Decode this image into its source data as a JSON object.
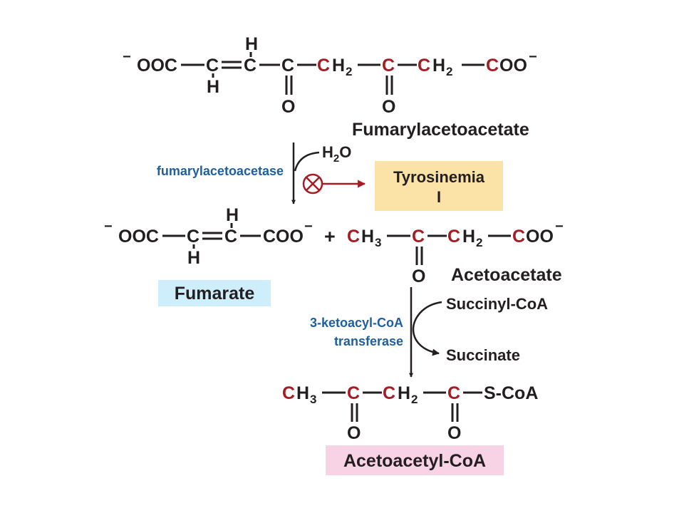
{
  "colors": {
    "text": "#231f20",
    "carbon_highlight": "#a51c24",
    "enzyme": "#1f5f9f",
    "block_arrow": "#a51c24",
    "tyrosinemia_box": "#fbe2a6",
    "fumarate_box": "#cdeefa",
    "acetoacetyl_box": "#f8d3e6"
  },
  "chem": {
    "fumarylacetoacetate": {
      "minus": "−",
      "ooc": "OOC",
      "c1": "C",
      "c2": "C",
      "c3": "C",
      "c4": "C",
      "h2_a": "H",
      "h2_b": "2",
      "c5": "C",
      "c6": "C",
      "h2_c": "H",
      "h2_d": "2",
      "c7": "C",
      "oo": "OO",
      "minus_end": "−",
      "h_top": "H",
      "h_bottom": "H",
      "o_1": "O",
      "o_2": "O"
    },
    "fumarate": {
      "minus": "−",
      "ooc": "OOC",
      "c1": "C",
      "c2": "C",
      "coo": "COO",
      "minus_end": "−",
      "h_top": "H",
      "h_bottom": "H"
    },
    "plus": "+",
    "acetoacetate": {
      "c1": "C",
      "h3_a": "H",
      "h3_b": "3",
      "c2": "C",
      "c3": "C",
      "h2_a": "H",
      "h2_b": "2",
      "c4": "C",
      "oo": "OO",
      "minus_end": "−",
      "o": "O"
    },
    "acetoacetyl_coa": {
      "c1": "C",
      "h3_a": "H",
      "h3_b": "3",
      "c2": "C",
      "c3": "C",
      "h2_a": "H",
      "h2_b": "2",
      "c4": "C",
      "scoa": "S-CoA",
      "o_1": "O",
      "o_2": "O"
    }
  },
  "labels": {
    "fumarylacetoacetate": "Fumarylacetoacetate",
    "acetoacetate": "Acetoacetate",
    "fumarate": "Fumarate",
    "acetoacetyl_coa": "Acetoacetyl-CoA",
    "tyrosinemia_line1": "Tyrosinemia",
    "tyrosinemia_line2": "I"
  },
  "reactions": {
    "step1": {
      "enzyme": "fumarylacetoacetase",
      "cosubstrate_a": "H",
      "cosubstrate_b": "2",
      "cosubstrate_c": "O",
      "block_icon": "blocked-enzyme-icon"
    },
    "step2": {
      "enzyme_line1": "3-ketoacyl-CoA",
      "enzyme_line2": "transferase",
      "cosubstrate_in": "Succinyl-CoA",
      "cosubstrate_out": "Succinate"
    }
  }
}
